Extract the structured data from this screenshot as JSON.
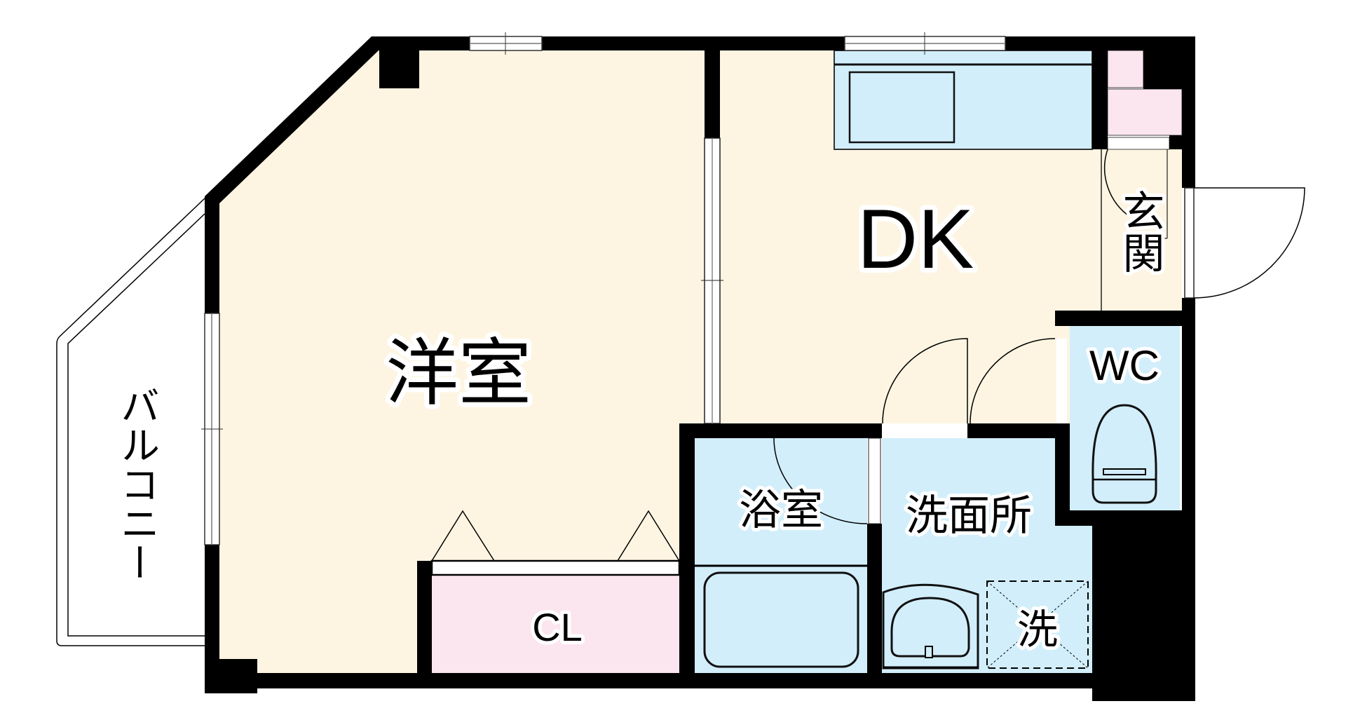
{
  "floor_plan": {
    "colors": {
      "wall": "#000000",
      "living_floor": "#fdf5e2",
      "wet_area": "#d2eefb",
      "storage": "#fbe5ee",
      "opening": "#ffffff"
    },
    "rooms": {
      "western_room": {
        "label": "洋室"
      },
      "dining_kitchen": {
        "label": "DK"
      },
      "entrance": {
        "label": "玄関"
      },
      "toilet": {
        "label": "WC"
      },
      "bathroom": {
        "label": "浴室"
      },
      "washroom": {
        "label": "洗面所"
      },
      "closet": {
        "label": "CL"
      },
      "balcony": {
        "label": "バルコニー"
      },
      "washing_machine": {
        "label": "洗"
      }
    }
  }
}
